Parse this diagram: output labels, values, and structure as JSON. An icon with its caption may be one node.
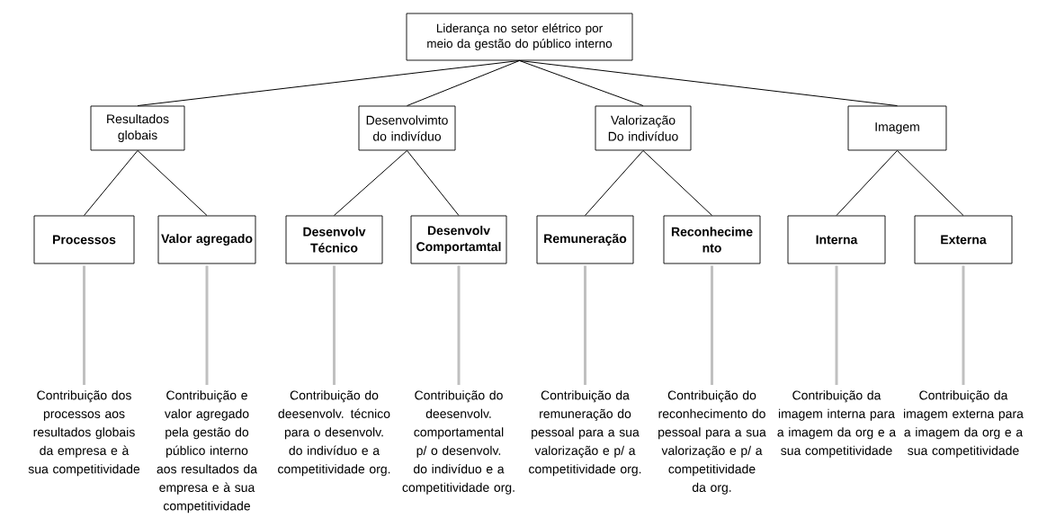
{
  "diagram": {
    "nodes": [
      {
        "text": [
          "Liderança no setor elétrico por meio da gestão do público interno"
        ]
      },
      {
        "text": [
          "Resultados globais"
        ]
      },
      {
        "text": [
          "Desenvolvimto do indivíduo"
        ]
      },
      {
        "text": [
          "Valorização Do indivíduo"
        ]
      },
      {
        "text": [
          "Imagem"
        ]
      },
      {
        "text": [
          "Processos"
        ]
      },
      {
        "text": [
          "Valor agregado"
        ]
      },
      {
        "text": [
          "Desenvolv Técnico"
        ]
      },
      {
        "text": [
          "Desenvolv Comportamtal"
        ]
      },
      {
        "text": [
          "Remuneração"
        ]
      },
      {
        "text": [
          "Reconhecime nto"
        ]
      },
      {
        "text": [
          "Interna"
        ]
      },
      {
        "text": [
          "Externa"
        ]
      },
      {
        "text": [
          "Contribuição dos processos aos resultados globais da empresa e à sua competitividade"
        ]
      },
      {
        "text": [
          "Contribuição e valor agregado pela gestão do público interno aos resultados da empresa e à sua competitividade"
        ]
      },
      {
        "text": [
          "Contribuição do deesenvolv. técnico para o desenvolv. do indivíduo e a competitividade org."
        ]
      },
      {
        "text": [
          "Contribuição do deesenvolv. comportamental p/ o desenvolv. do indivíduo e a competitividade org."
        ]
      },
      {
        "text": [
          "Contribuição da remuneração do pessoal para a sua valorização e p/ a competitividade org."
        ]
      },
      {
        "text": [
          "Contribuição do reconhecimento do pessoal para a sua valorização e p/ a competitividade da org."
        ]
      },
      {
        "text": [
          "Contribuição da imagem interna para a imagem da org e a sua competitividade"
        ]
      },
      {
        "text": [
          "Contribuição da imagem externa para a imagem da org e a sua competitividade"
        ]
      }
    ],
    "edges": [
      {
        "from": 0,
        "to": 1,
        "arrow": "none"
      },
      {
        "from": 0,
        "to": 2,
        "arrow": "none"
      },
      {
        "from": 0,
        "to": 3,
        "arrow": "none"
      },
      {
        "from": 0,
        "to": 4,
        "arrow": "none"
      },
      {
        "from": 1,
        "to": 5,
        "arrow": "none"
      },
      {
        "from": 1,
        "to": 6,
        "arrow": "none"
      },
      {
        "from": 2,
        "to": 7,
        "arrow": "none"
      },
      {
        "from": 2,
        "to": 8,
        "arrow": "none"
      },
      {
        "from": 3,
        "to": 9,
        "arrow": "none"
      },
      {
        "from": 3,
        "to": 10,
        "arrow": "none"
      },
      {
        "from": 4,
        "to": 11,
        "arrow": "none"
      },
      {
        "from": 4,
        "to": 12,
        "arrow": "none"
      },
      {
        "from": 5,
        "to": 13,
        "arrow": "none",
        "style": "thick",
        "color": "#c0c0c0"
      },
      {
        "from": 6,
        "to": 14,
        "arrow": "none",
        "style": "thick",
        "color": "#c0c0c0"
      },
      {
        "from": 7,
        "to": 15,
        "arrow": "none",
        "style": "thick",
        "color": "#c0c0c0"
      },
      {
        "from": 8,
        "to": 16,
        "arrow": "none",
        "style": "thick",
        "color": "#c0c0c0"
      },
      {
        "from": 9,
        "to": 17,
        "arrow": "none",
        "style": "thick",
        "color": "#c0c0c0"
      },
      {
        "from": 10,
        "to": 18,
        "arrow": "none",
        "style": "thick",
        "color": "#c0c0c0"
      },
      {
        "from": 11,
        "to": 19,
        "arrow": "none",
        "style": "thick",
        "color": "#c0c0c0"
      },
      {
        "from": 12,
        "to": 20,
        "arrow": "none",
        "style": "thick",
        "color": "#c0c0c0"
      }
    ]
  }
}
